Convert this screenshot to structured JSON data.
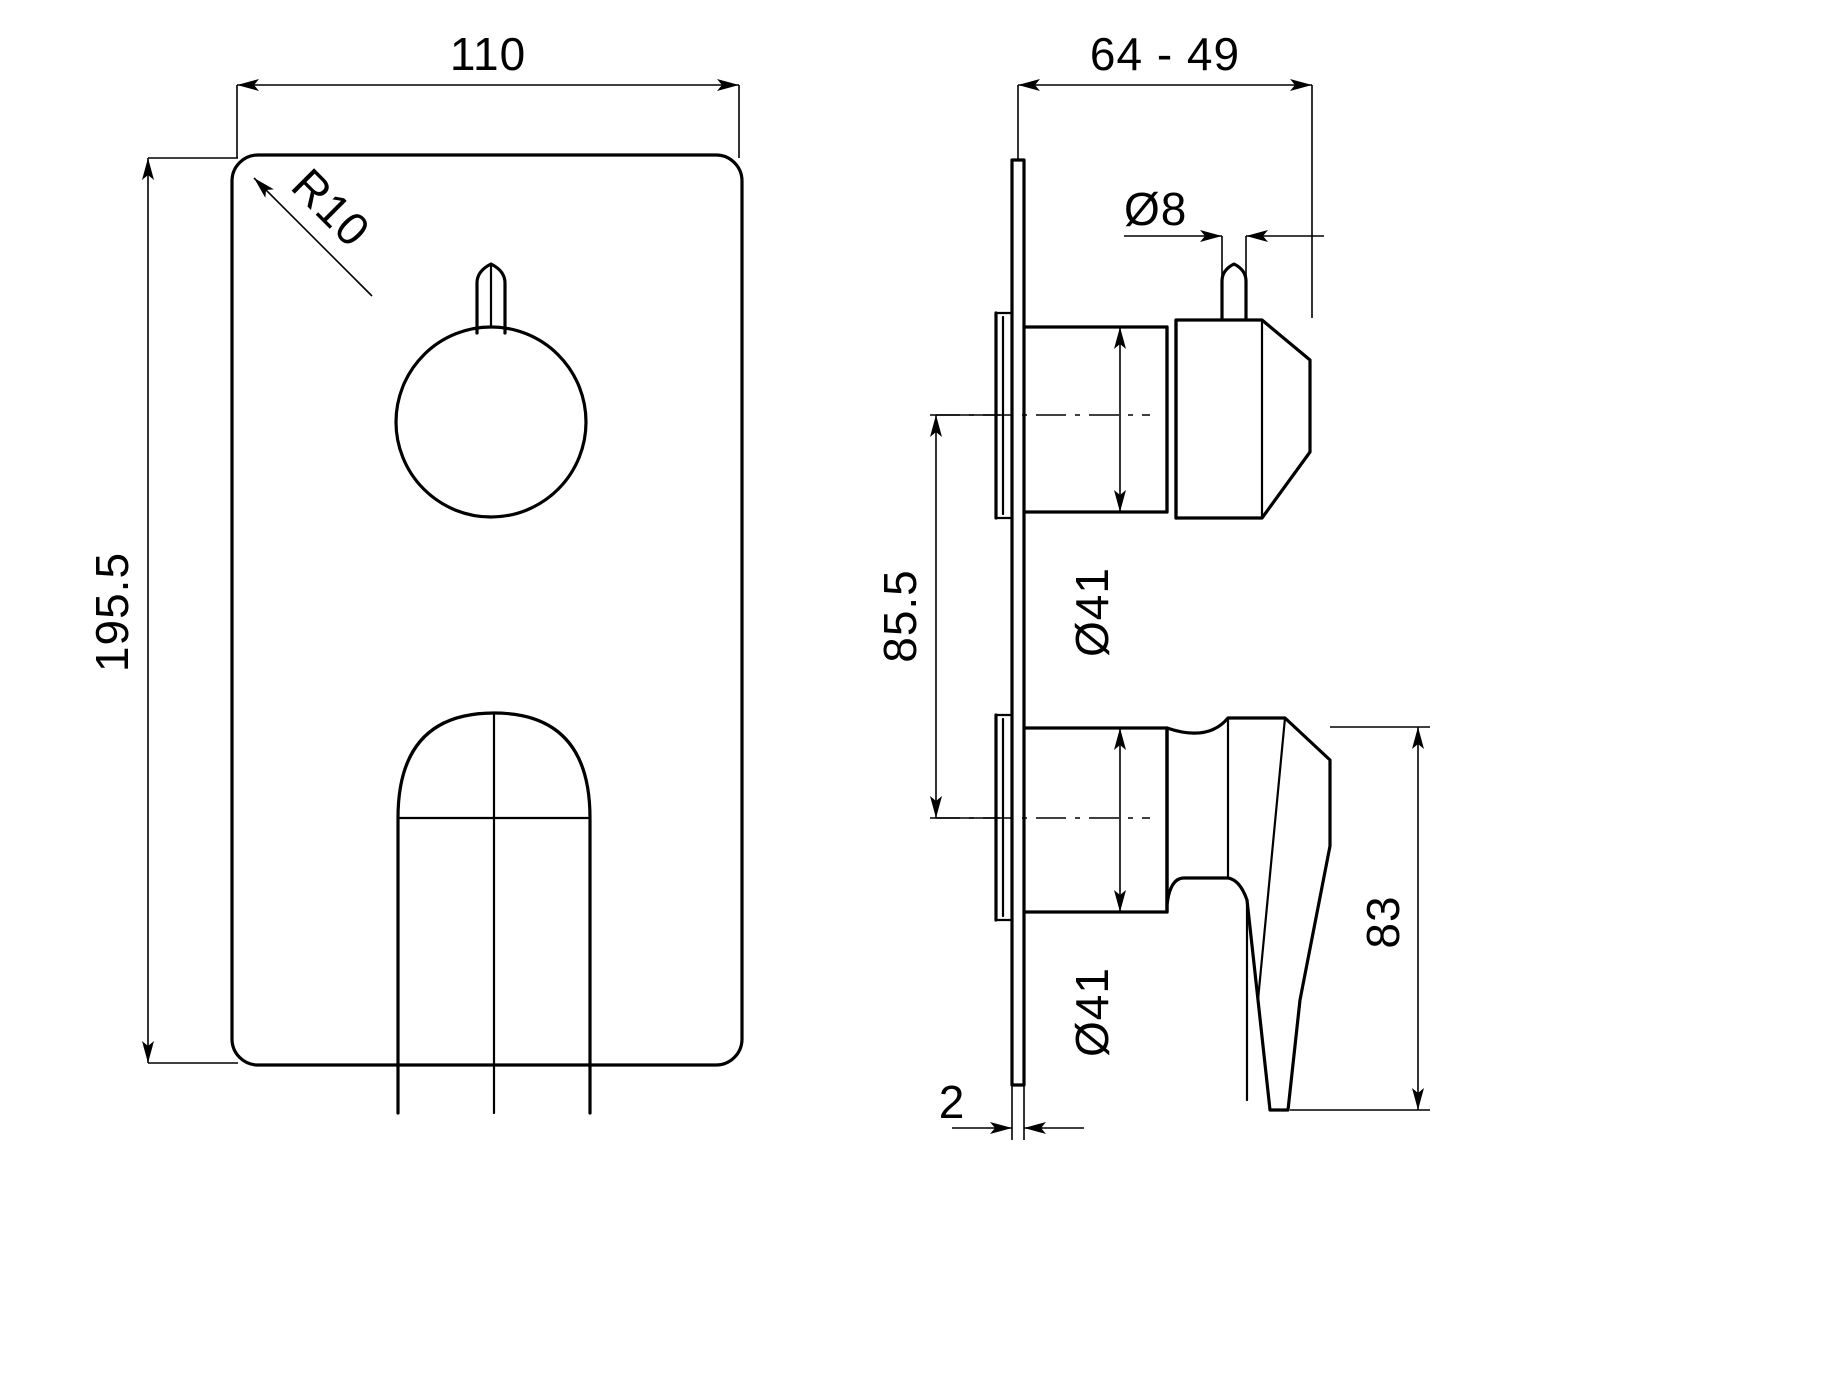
{
  "drawing": {
    "title": "Concealed shower mixer valve - technical dimension drawing",
    "units": "mm",
    "line_color": "#000000",
    "background_color": "#ffffff",
    "views": [
      {
        "name": "front-elevation",
        "position": "left"
      },
      {
        "name": "side-section",
        "position": "right"
      }
    ]
  },
  "dimensions": {
    "plate_width": "110",
    "plate_height": "195.5",
    "corner_radius": "R10",
    "projection_range": "64 - 49",
    "spindle_diameter": "Ø8",
    "upper_handle_diameter": "Ø41",
    "lower_handle_diameter": "Ø41",
    "handle_spacing": "85.5",
    "lever_height": "83",
    "plate_thickness": "2"
  },
  "labels": [
    {
      "id": "dim-110",
      "text": "110",
      "view": "front-elevation",
      "kind": "linear-horizontal"
    },
    {
      "id": "dim-195-5",
      "text": "195.5",
      "view": "front-elevation",
      "kind": "linear-vertical"
    },
    {
      "id": "dim-r10",
      "text": "R10",
      "view": "front-elevation",
      "kind": "radius"
    },
    {
      "id": "dim-64-49",
      "text": "64 - 49",
      "view": "side-section",
      "kind": "linear-horizontal"
    },
    {
      "id": "dim-d8",
      "text": "Ø8",
      "view": "side-section",
      "kind": "diameter"
    },
    {
      "id": "dim-d41-upper",
      "text": "Ø41",
      "view": "side-section",
      "kind": "diameter"
    },
    {
      "id": "dim-85-5",
      "text": "85.5",
      "view": "side-section",
      "kind": "linear-vertical"
    },
    {
      "id": "dim-d41-lower",
      "text": "Ø41",
      "view": "side-section",
      "kind": "diameter"
    },
    {
      "id": "dim-83",
      "text": "83",
      "view": "side-section",
      "kind": "linear-vertical"
    },
    {
      "id": "dim-2",
      "text": "2",
      "view": "side-section",
      "kind": "linear-horizontal"
    }
  ]
}
